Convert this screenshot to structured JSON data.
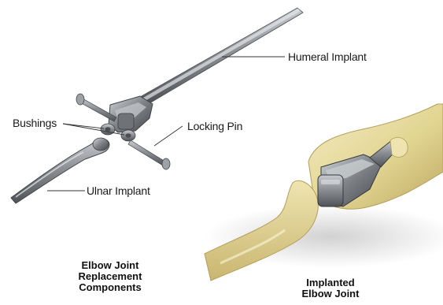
{
  "labels": {
    "humeral": "Humeral Implant",
    "bushings": "Bushings",
    "locking_pin": "Locking Pin",
    "ulnar": "Ulnar Implant"
  },
  "captions": {
    "components": [
      "Elbow Joint",
      "Replacement",
      "Components"
    ],
    "implanted": [
      "Implanted",
      "Elbow Joint"
    ]
  },
  "colors": {
    "metal_dark": "#5b5f63",
    "metal_mid": "#8d9195",
    "metal_light": "#c8ccd0",
    "bone_light": "#f0e7b8",
    "bone_mid": "#ddcf8c",
    "bone_dark": "#b7a560"
  }
}
